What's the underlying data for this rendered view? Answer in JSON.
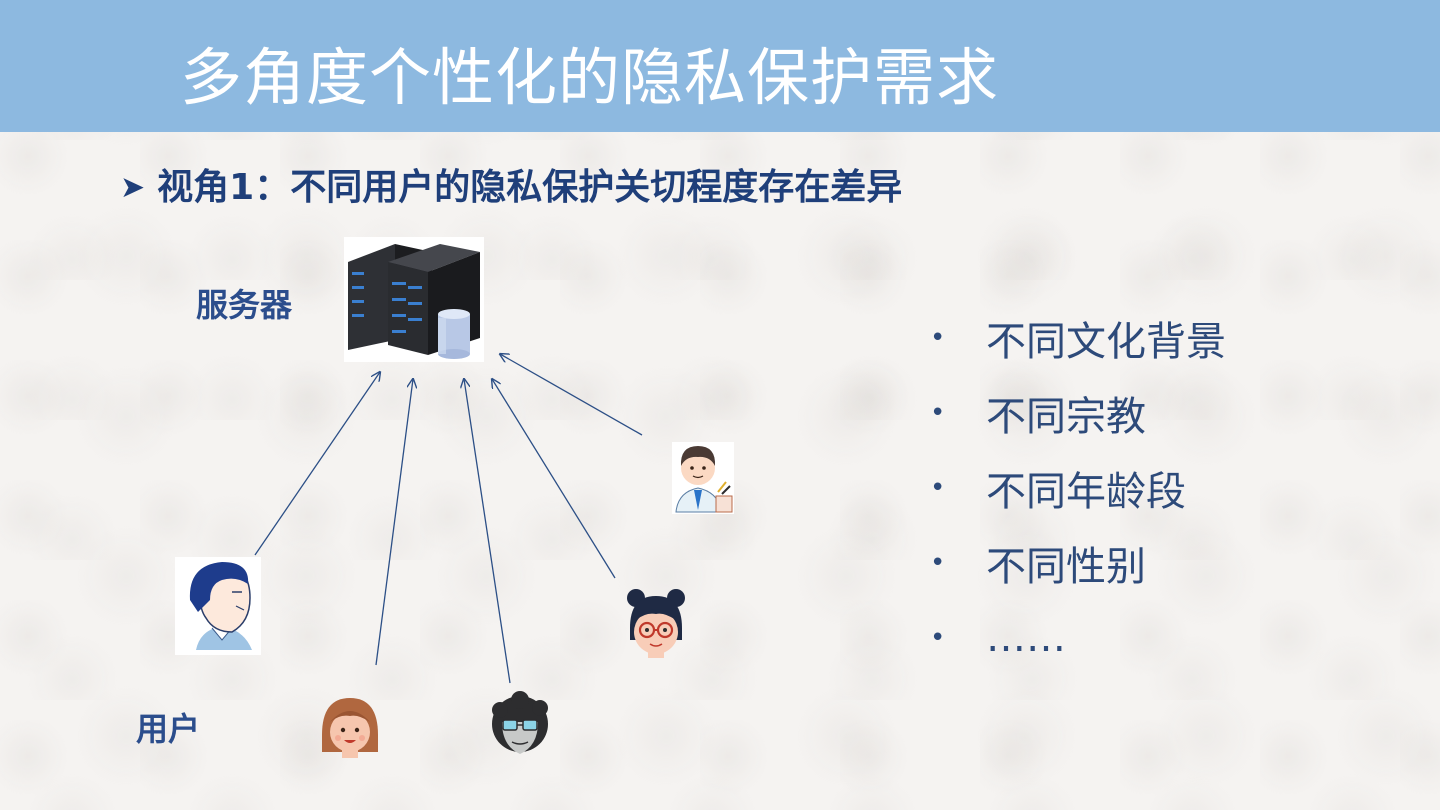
{
  "slide": {
    "title": "多角度个性化的隐私保护需求",
    "subtitle": "视角1：不同用户的隐私保护关切程度存在差异",
    "subtitle_bullet_icon": "arrow-bullet-icon"
  },
  "diagram": {
    "server_label": "服务器",
    "users_label": "用户",
    "server_icon": "server-rack-icon",
    "user_icons": [
      "man-avatar-icon",
      "girl-avatar-icon",
      "elder-avatar-icon",
      "glasses-girl-avatar-icon",
      "scientist-avatar-icon"
    ]
  },
  "bullets": {
    "dot": "•",
    "items": [
      "不同文化背景",
      "不同宗教",
      "不同年龄段",
      "不同性别",
      "……"
    ]
  },
  "colors": {
    "title_bar": "#8db9e0",
    "title_text": "#ffffff",
    "subtitle_text": "#1f3f7a",
    "label_text": "#2b4d8c",
    "bullet_text": "#2d4a7a",
    "arrow_line": "#2c4f86"
  }
}
